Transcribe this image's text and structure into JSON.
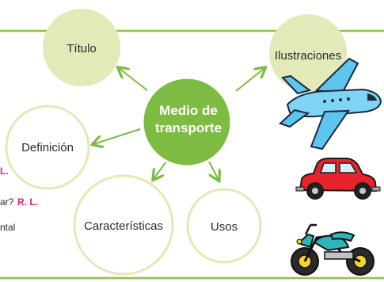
{
  "center": {
    "line1": "Medio de",
    "line2": "transporte"
  },
  "nodes": {
    "titulo": "Título",
    "ilustraciones": "Ilustraciones",
    "definicion": "Definición",
    "caracteristicas": "Características",
    "usos": "Usos"
  },
  "side_text": {
    "line_a": "L.",
    "line_b_prefix": "ar?",
    "line_b_mark": "R. L.",
    "line_c": "ntal"
  },
  "colors": {
    "green_line": "#8dc63f",
    "center_fill": "#7dbb42",
    "pale_fill": "#e1eab8",
    "magenta": "#d4237a"
  },
  "icons": [
    "airplane-icon",
    "car-icon",
    "motorcycle-icon"
  ]
}
